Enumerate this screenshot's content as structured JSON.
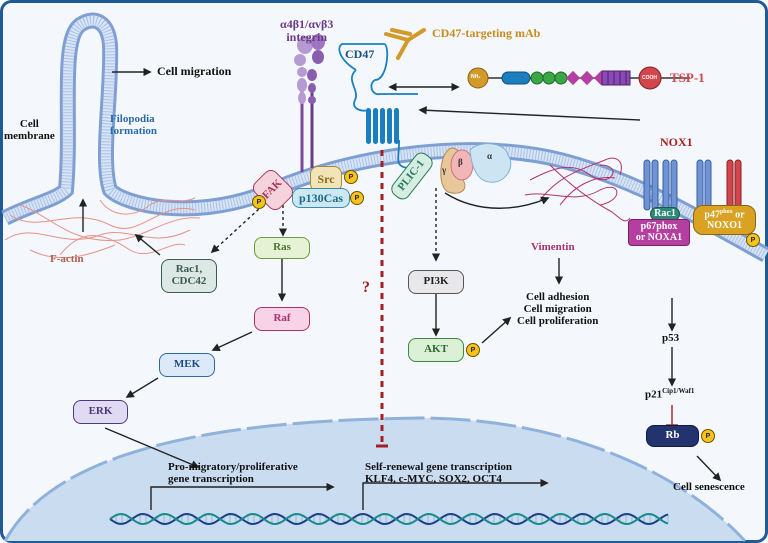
{
  "figure": {
    "colors": {
      "frame": "#1f5a96",
      "background": "#f4f8fc",
      "membrane": "#7f9fd3",
      "nucleus": "#c9dcf0",
      "inhibition": "#a51e22",
      "phospho": "#f6c419"
    },
    "labels": {
      "integrin_line1": "α4β1/αvβ3",
      "integrin_line2": "integrin",
      "cd47": "CD47",
      "mab": "CD47-targeting mAb",
      "tsp1": "TSP-1",
      "nh2": "NH₂",
      "cooh": "COOH",
      "cell_migration_top": "Cell migration",
      "filopodia_line1": "Filopodia",
      "filopodia_line2": "formation",
      "cell_membrane_line1": "Cell",
      "cell_membrane_line2": "membrane",
      "f_actin": "F-actin",
      "vimentin": "Vimentin",
      "nox1": "NOX1",
      "question_mark": "?",
      "cell_outcomes": [
        "Cell adhesion",
        "Cell migration",
        "Cell proliferation"
      ],
      "p53": "p53",
      "p21": "p21",
      "p21_sup": "Cip1/Waf1",
      "cell_senescence": "Cell senescence",
      "pro_migratory_line1": "Pro-migratory/proliferative",
      "pro_migratory_line2": "gene transcription",
      "self_renewal_line1": "Self-renewal gene transcription",
      "self_renewal_line2": "KLF4, c-MYC, SOX2, OCT4",
      "gamma": "γ",
      "beta": "β",
      "alpha": "α"
    },
    "nodes": {
      "fak": "FAK",
      "src": "Src",
      "p130cas": "p130Cas",
      "plic1": "PLIC-1",
      "ras": "Ras",
      "raf": "Raf",
      "mek": "MEK",
      "erk": "ERK",
      "rac1_cdc42_line1": "Rac1,",
      "rac1_cdc42_line2": "CDC42",
      "pi3k": "PI3K",
      "akt": "AKT",
      "rac1": "Rac1",
      "p67_line1": "p67phox",
      "p67_line2": "or NOXA1",
      "p47_pre": "p47",
      "p47_sup": "phox",
      "p47_post": " or",
      "p47_line2": "NOXO1",
      "rb": "Rb",
      "phospho": "P"
    }
  }
}
